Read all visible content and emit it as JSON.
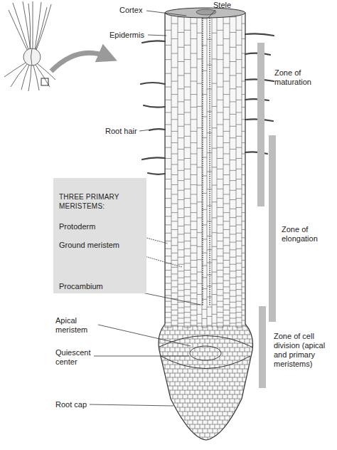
{
  "diagram": {
    "nodes": [
      {
        "text": [
          "THREE PRIMARY MERISTEMS:",
          "Protoderm",
          "Ground meristem",
          "Procambium"
        ]
      }
    ],
    "labels": [
      "Cortex",
      "Stele",
      "Epidermis",
      "Root hair",
      "Zone of maturation",
      "Zone of elongation",
      "Zone of cell division (apical and primary meristems)",
      "Apical meristem",
      "Quiescent center",
      "Root cap"
    ]
  }
}
